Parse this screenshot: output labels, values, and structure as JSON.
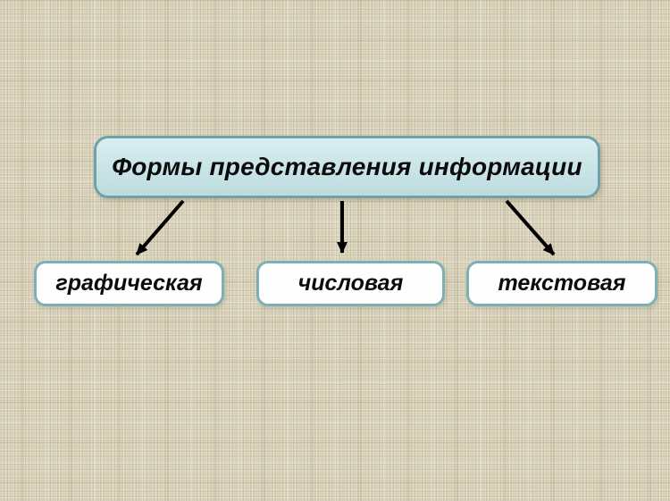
{
  "diagram": {
    "root": {
      "label": "Формы представления информации"
    },
    "children": [
      {
        "label": "графическая"
      },
      {
        "label": "числовая"
      },
      {
        "label": "текстовая"
      }
    ],
    "colors": {
      "background": "#d7d0b6",
      "root_fill": "#c9e4e6",
      "root_border": "#6fa1a8",
      "child_fill": "#fefefe",
      "child_border": "#7db0b6",
      "arrow": "#000000"
    }
  }
}
